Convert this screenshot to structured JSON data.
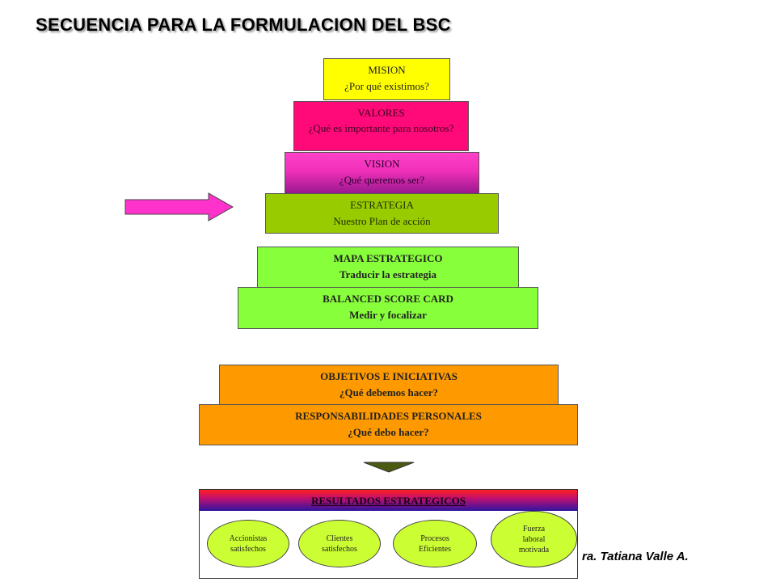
{
  "title": "SECUENCIA PARA LA FORMULACION DEL BSC",
  "steps": {
    "mision": {
      "line1": "MISION",
      "line2": "¿Por qué existimos?"
    },
    "valores": {
      "line1": "VALORES",
      "line2": "¿Qué es importante para nosotros?"
    },
    "vision": {
      "line1": "VISION",
      "line2": "¿Qué queremos ser?"
    },
    "estrategia": {
      "line1": "ESTRATEGIA",
      "line2": "Nuestro Plan de acción"
    },
    "mapa": {
      "line1": "MAPA ESTRATEGICO",
      "line2": "Traducir la estrategia"
    },
    "bsc": {
      "line1": "BALANCED SCORE CARD",
      "line2": "Medir y focalizar"
    },
    "objetivos": {
      "line1": "OBJETIVOS E INICIATIVAS",
      "line2": "¿Qué debemos hacer?"
    },
    "responsabilidades": {
      "line1": "RESPONSABILIDADES PERSONALES",
      "line2": "¿Qué debo hacer?"
    }
  },
  "results": {
    "heading": "RESULTADOS ESTRATEGICOS",
    "items": [
      {
        "line1": "Accionistas",
        "line2": "satisfechos"
      },
      {
        "line1": "Clientes",
        "line2": "satisfechos"
      },
      {
        "line1": "Procesos",
        "line2": "Eficientes"
      },
      {
        "line1": "Fuerza",
        "line2": "laboral",
        "line3": "motivada"
      }
    ]
  },
  "author": "ra. Tatiana Valle A.",
  "colors": {
    "mision": "#ffff00",
    "valores": "#ff0a78",
    "vision": "#f030b8",
    "estrategia": "#99cc00",
    "mapa_bsc": "#88ff3b",
    "objetivos": "#ff9900",
    "ovals": "#ccff33",
    "arrow": "#ff33cc",
    "down_arrow": "#4a5a10"
  }
}
